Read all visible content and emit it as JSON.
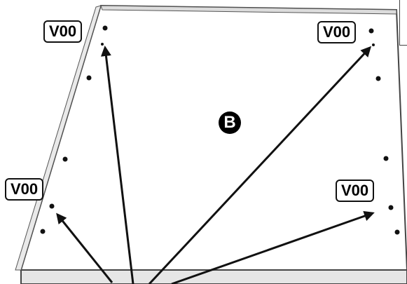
{
  "panel": {
    "part_letter": "B"
  },
  "callouts": [
    {
      "id": "top-left",
      "label": "V00"
    },
    {
      "id": "top-right",
      "label": "V00"
    },
    {
      "id": "bottom-left",
      "label": "V00"
    },
    {
      "id": "bottom-right",
      "label": "V00"
    }
  ],
  "colors": {
    "panel_fill": "#ffffff",
    "edge_fill": "#e6e6e6",
    "ink": "#111111",
    "hole": "#111111"
  }
}
